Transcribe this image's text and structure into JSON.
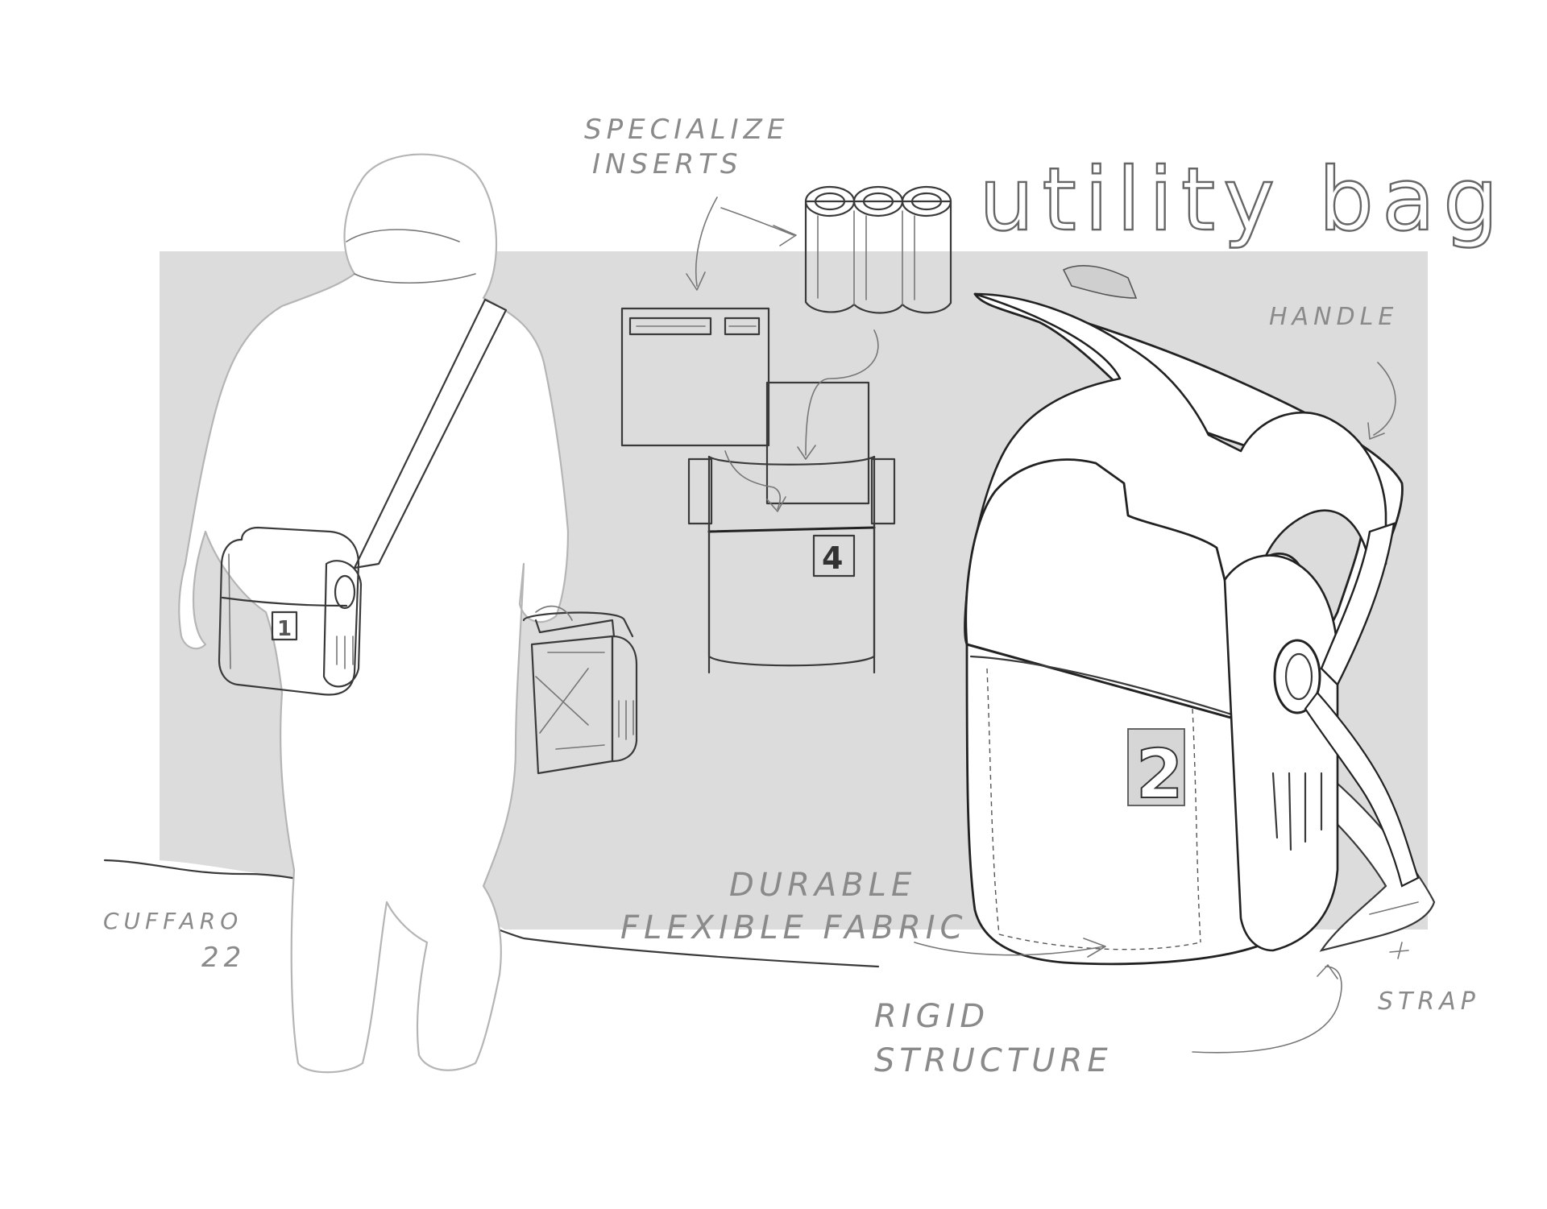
{
  "title": "utility bag",
  "labels": {
    "specialize_line1": "SPECIALIZE",
    "specialize_line2": "INSERTS",
    "handle": "HANDLE",
    "durable_line1": "DURABLE",
    "durable_line2": "FLEXIBLE FABRIC",
    "rigid_line1": "RIGID",
    "rigid_line2": "STRUCTURE",
    "strap": "STRAP"
  },
  "signature": {
    "name": "CUFFARO",
    "year": "22"
  },
  "bag_numbers": {
    "small_bag": "1",
    "main_bag": "2",
    "insert_box": "4"
  },
  "colors": {
    "background_panel": "#dcdcdc",
    "ink": "#3a3a3a",
    "note_text": "#8a8a8a"
  }
}
